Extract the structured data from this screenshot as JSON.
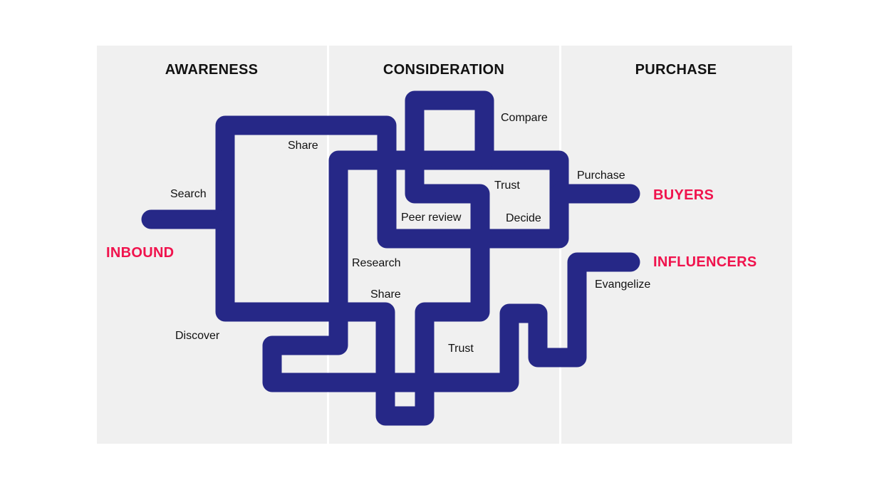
{
  "stages": [
    {
      "title": "AWARENESS"
    },
    {
      "title": "CONSIDERATION"
    },
    {
      "title": "PURCHASE"
    }
  ],
  "steps": {
    "search": "Search",
    "share_top": "Share",
    "compare": "Compare",
    "purchase": "Purchase",
    "trust_top": "Trust",
    "peer_review": "Peer review",
    "decide": "Decide",
    "research": "Research",
    "share_bottom": "Share",
    "discover": "Discover",
    "trust_bottom": "Trust",
    "evangelize": "Evangelize"
  },
  "endpoints": {
    "inbound": "INBOUND",
    "buyers": "BUYERS",
    "influencers": "INFLUENCERS"
  },
  "colors": {
    "path": "#262887",
    "accent": "#f0134d",
    "panel": "#f0f0f0",
    "text": "#111111"
  }
}
